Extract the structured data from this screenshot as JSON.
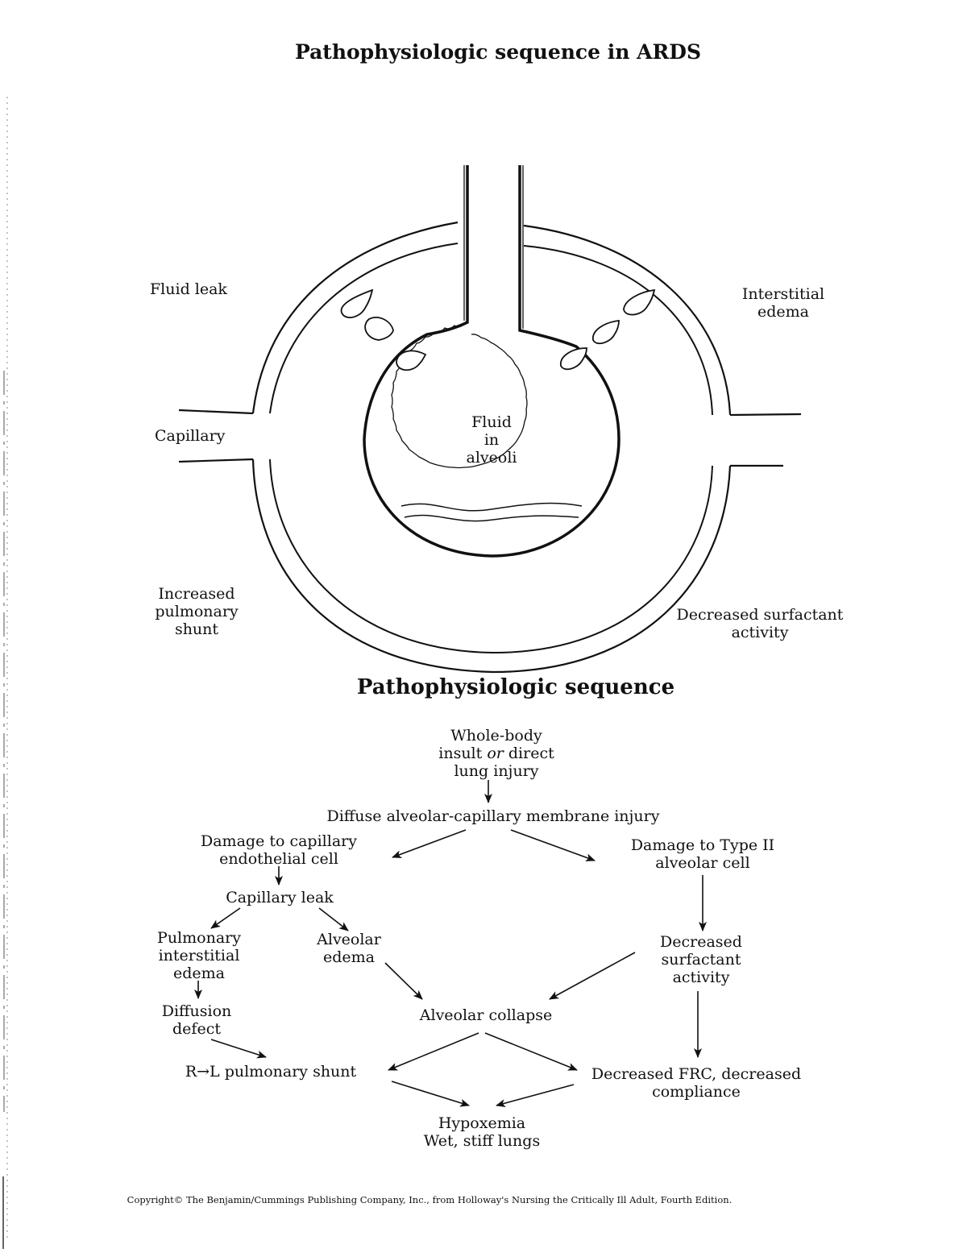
{
  "title": "Pathophysiologic sequence in ARDS",
  "alveolus_labels": {
    "fluid_leak": "Fluid leak",
    "interstitial_edema": [
      "Interstitial",
      "edema"
    ],
    "capillary": "Capillary",
    "fluid_in_alveoli": [
      "Fluid",
      "in",
      "alveoli"
    ],
    "increased_shunt": [
      "Increased",
      "pulmonary",
      "shunt"
    ],
    "decreased_surfactant": [
      "Decreased surfactant",
      "activity"
    ]
  },
  "sequence_title": "Pathophysiologic sequence",
  "nodes": {
    "whole_body": [
      "Whole-body",
      "insult",
      "or",
      "direct",
      "lung injury"
    ],
    "diffuse": "Diffuse alveolar-capillary membrane injury",
    "damage_capillary": [
      "Damage to capillary",
      "endothelial cell"
    ],
    "damage_type2": [
      "Damage to Type II",
      "alveolar cell"
    ],
    "capillary_leak": "Capillary leak",
    "pulmonary_interstitial": [
      "Pulmonary",
      "interstitial",
      "edema"
    ],
    "alveolar_edema": [
      "Alveolar",
      "edema"
    ],
    "decreased_surfactant_activity": [
      "Decreased",
      "surfactant",
      "activity"
    ],
    "diffusion_defect": [
      "Diffusion",
      "defect"
    ],
    "alveolar_collapse": "Alveolar collapse",
    "rl_shunt": "R→L pulmonary shunt",
    "decreased_frc": [
      "Decreased FRC, decreased",
      "compliance"
    ],
    "hypoxemia": [
      "Hypoxemia",
      "Wet, stiff lungs"
    ]
  },
  "copyright": "Copyright© The Benjamin/Cummings Publishing Company, Inc., from Holloway's Nursing the Critically Ill Adult, Fourth Edition."
}
